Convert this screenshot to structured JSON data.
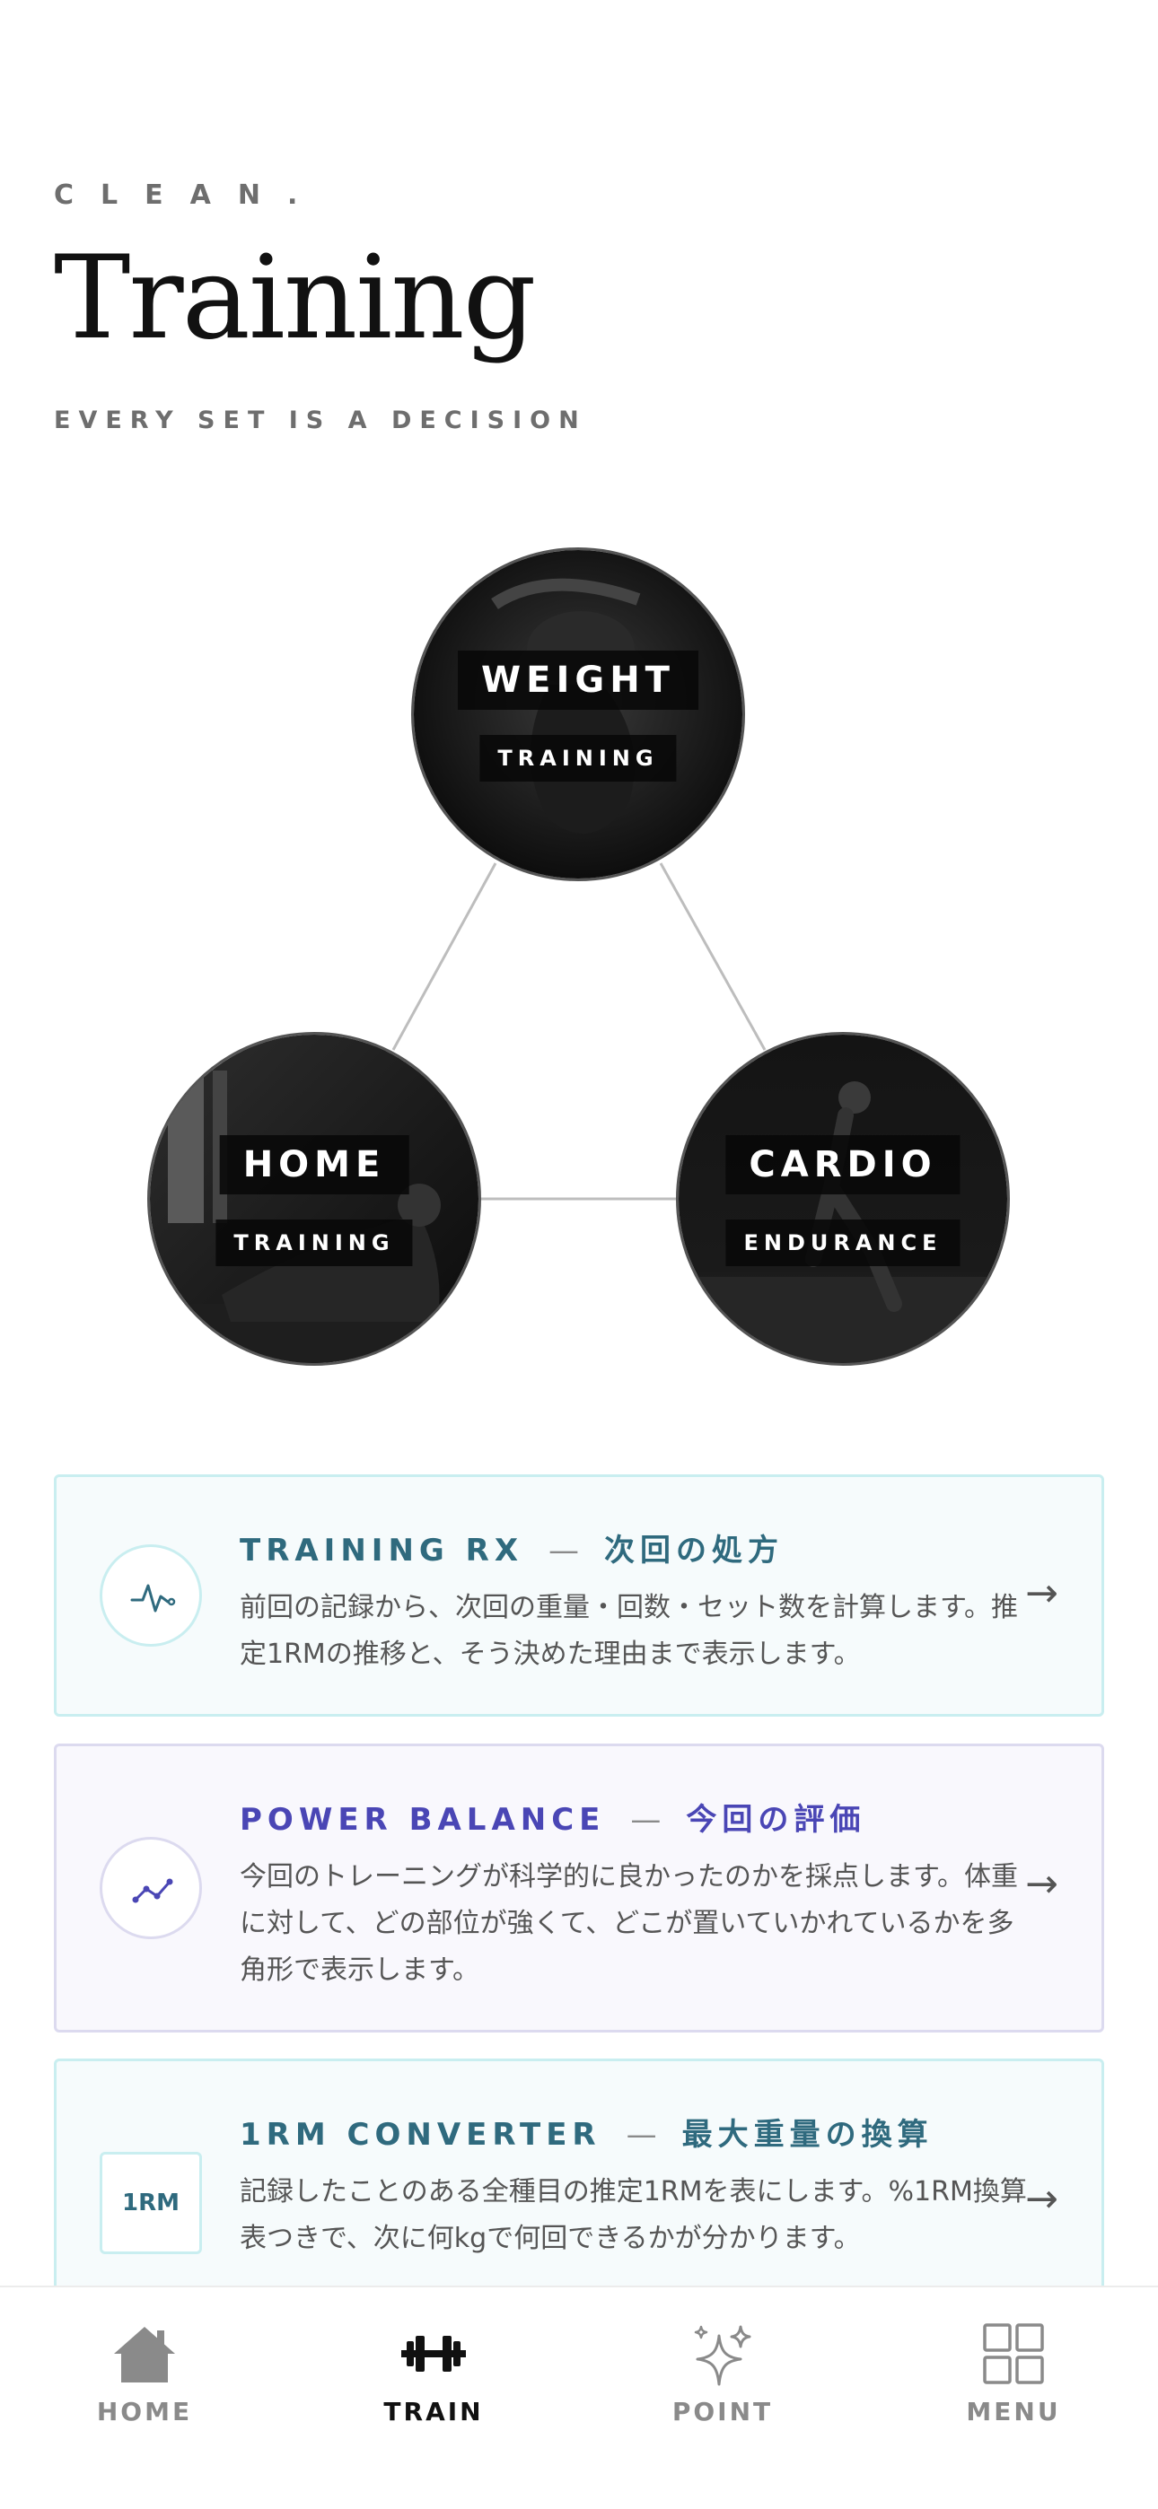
{
  "header": {
    "brand": "CLEAN.",
    "title": "Training",
    "subtitle": "EVERY SET IS A DECISION"
  },
  "categories": [
    {
      "key": "weight",
      "main": "WEIGHT",
      "sub": "TRAINING"
    },
    {
      "key": "home",
      "main": "HOME",
      "sub": "TRAINING"
    },
    {
      "key": "cardio",
      "main": "CARDIO",
      "sub": "ENDURANCE"
    }
  ],
  "cards": [
    {
      "title_en": "TRAINING RX",
      "title_jp": "次回の処方",
      "description": "前回の記録から、次回の重量・回数・セット数を計算します。推定1RMの推移と、そう決めた理由まで表示します。",
      "icon": "pulse-icon",
      "accent": "#2f6a7e"
    },
    {
      "title_en": "POWER BALANCE",
      "title_jp": "今回の評価",
      "description": "今回のトレーニングが科学的に良かったのかを採点します。体重に対して、どの部位が強くて、どこが置いていかれているかを多角形で表示します。",
      "icon": "trend-icon",
      "accent": "#4a46b5"
    },
    {
      "title_en": "1RM CONVERTER",
      "title_jp": "最大重量の換算",
      "badge": "1RM",
      "description": "記録したことのある全種目の推定1RMを表にします。%1RM換算表つきで、次に何kgで何回できるかが分かります。",
      "accent": "#2f6a7e"
    }
  ],
  "separator": "—",
  "arrow": "→",
  "tabs": [
    {
      "label": "HOME",
      "icon": "home-icon",
      "active": false
    },
    {
      "label": "TRAIN",
      "icon": "dumbbell-icon",
      "active": true
    },
    {
      "label": "POINT",
      "icon": "sparkle-icon",
      "active": false
    },
    {
      "label": "MENU",
      "icon": "grid-icon",
      "active": false
    }
  ]
}
